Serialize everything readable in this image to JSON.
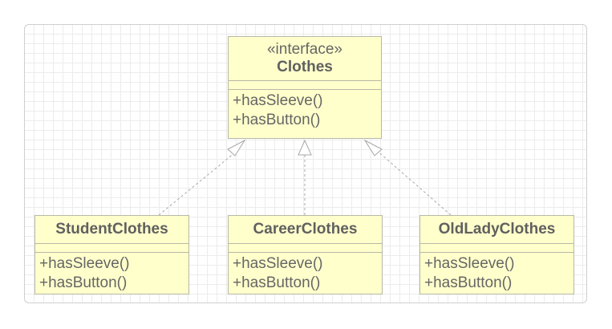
{
  "diagram": {
    "interface": {
      "stereotype": "«interface»",
      "name": "Clothes",
      "operations": [
        "+hasSleeve()",
        "+hasButton()"
      ]
    },
    "classes": [
      {
        "name": "StudentClothes",
        "operations": [
          "+hasSleeve()",
          "+hasButton()"
        ]
      },
      {
        "name": "CareerClothes",
        "operations": [
          "+hasSleeve()",
          "+hasButton()"
        ]
      },
      {
        "name": "OldLadyClothes",
        "operations": [
          "+hasSleeve()",
          "+hasButton()"
        ]
      }
    ],
    "relations": [
      {
        "from": "StudentClothes",
        "to": "Clothes",
        "type": "realization"
      },
      {
        "from": "CareerClothes",
        "to": "Clothes",
        "type": "realization"
      },
      {
        "from": "OldLadyClothes",
        "to": "Clothes",
        "type": "realization"
      }
    ],
    "colors": {
      "class_fill": "#ffffcc",
      "class_border": "#b8b8a8",
      "connector": "#a8a8a8",
      "grid": "#ececec"
    }
  }
}
